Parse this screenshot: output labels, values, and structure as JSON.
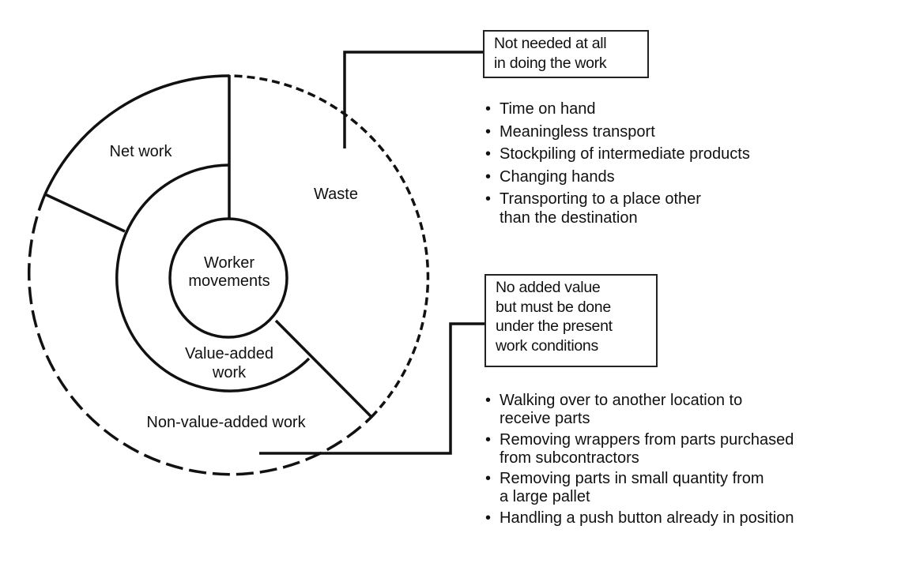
{
  "diagram": {
    "segments": {
      "net_work": "Net work",
      "waste": "Waste",
      "center_line1": "Worker",
      "center_line2": "movements",
      "value_added_line1": "Value-added",
      "value_added_line2": "work",
      "non_value_added": "Non-value-added work"
    },
    "waste_callout": {
      "box_line1": "Not needed at all",
      "box_line2": "in doing the work",
      "bullet": "•",
      "items": [
        {
          "line1": "Time on hand"
        },
        {
          "line1": "Meaningless transport"
        },
        {
          "line1": "Stockpiling of intermediate products"
        },
        {
          "line1": "Changing hands"
        },
        {
          "line1": "Transporting to a place other",
          "line2": "than the destination"
        }
      ]
    },
    "non_value_callout": {
      "box_line1": "No added value",
      "box_line2": "but must be done",
      "box_line3": "under the present",
      "box_line4": "work conditions",
      "bullet": "•",
      "items": [
        {
          "line1": "Walking over to another location to",
          "line2": "receive parts"
        },
        {
          "line1": "Removing wrappers from parts purchased",
          "line2": "from subcontractors"
        },
        {
          "line1": "Removing parts in small quantity from",
          "line2": "a large pallet"
        },
        {
          "line1": "Handling a push button already in position"
        }
      ]
    },
    "colors": {
      "line": "#111111",
      "background": "#ffffff"
    }
  }
}
